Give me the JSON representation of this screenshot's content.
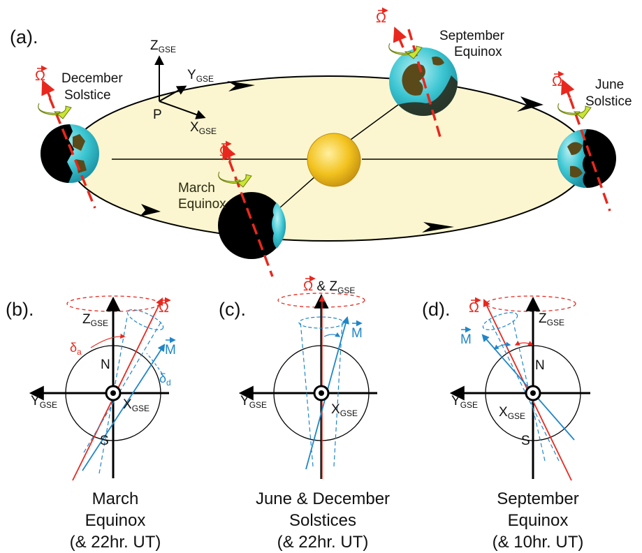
{
  "panel_a": {
    "label": "(a).",
    "axes": {
      "z": "Z",
      "y": "Y",
      "x": "X",
      "subscript": "GSE",
      "origin": "P"
    },
    "omega_symbol": "Ω",
    "seasons": {
      "december": [
        "December",
        "Solstice"
      ],
      "march": [
        "March",
        "Equinox"
      ],
      "september": [
        "September",
        "Equinox"
      ],
      "june": [
        "June",
        "Solstice"
      ]
    }
  },
  "panel_b": {
    "label": "(b).",
    "omega_symbol": "Ω",
    "m_label": "M",
    "z_label": "Z",
    "y_label": "Y",
    "x_label": "X",
    "subscript": "GSE",
    "north": "N",
    "south": "S",
    "delta_a": "δ",
    "delta_a_sub": "a",
    "delta_d": "δ",
    "delta_d_sub": "d",
    "caption": [
      "March",
      "Equinox",
      "(& 22hr. UT)"
    ]
  },
  "panel_c": {
    "label": "(c).",
    "omega_symbol": "Ω",
    "top_label_rest": " & Z",
    "m_label": "M",
    "y_label": "Y",
    "x_label": "X",
    "subscript": "GSE",
    "caption": [
      "June & December",
      "Solstices",
      "(& 22hr. UT)"
    ]
  },
  "panel_d": {
    "label": "(d).",
    "omega_symbol": "Ω",
    "m_label": "M",
    "z_label": "Z",
    "y_label": "Y",
    "x_label": "X",
    "subscript": "GSE",
    "north": "N",
    "south": "S",
    "caption": [
      "September",
      "Equinox",
      "(& 10hr. UT)"
    ]
  },
  "colors": {
    "omega_red": "#e8281e",
    "dipole_blue": "#1f86c8",
    "orbit_fill": "#fbf6cf",
    "sun": "#f2c21e",
    "earth_ocean": "#3cc6d2",
    "earth_land": "#5a4a1a",
    "rotation_arrow": "#c8e632"
  }
}
